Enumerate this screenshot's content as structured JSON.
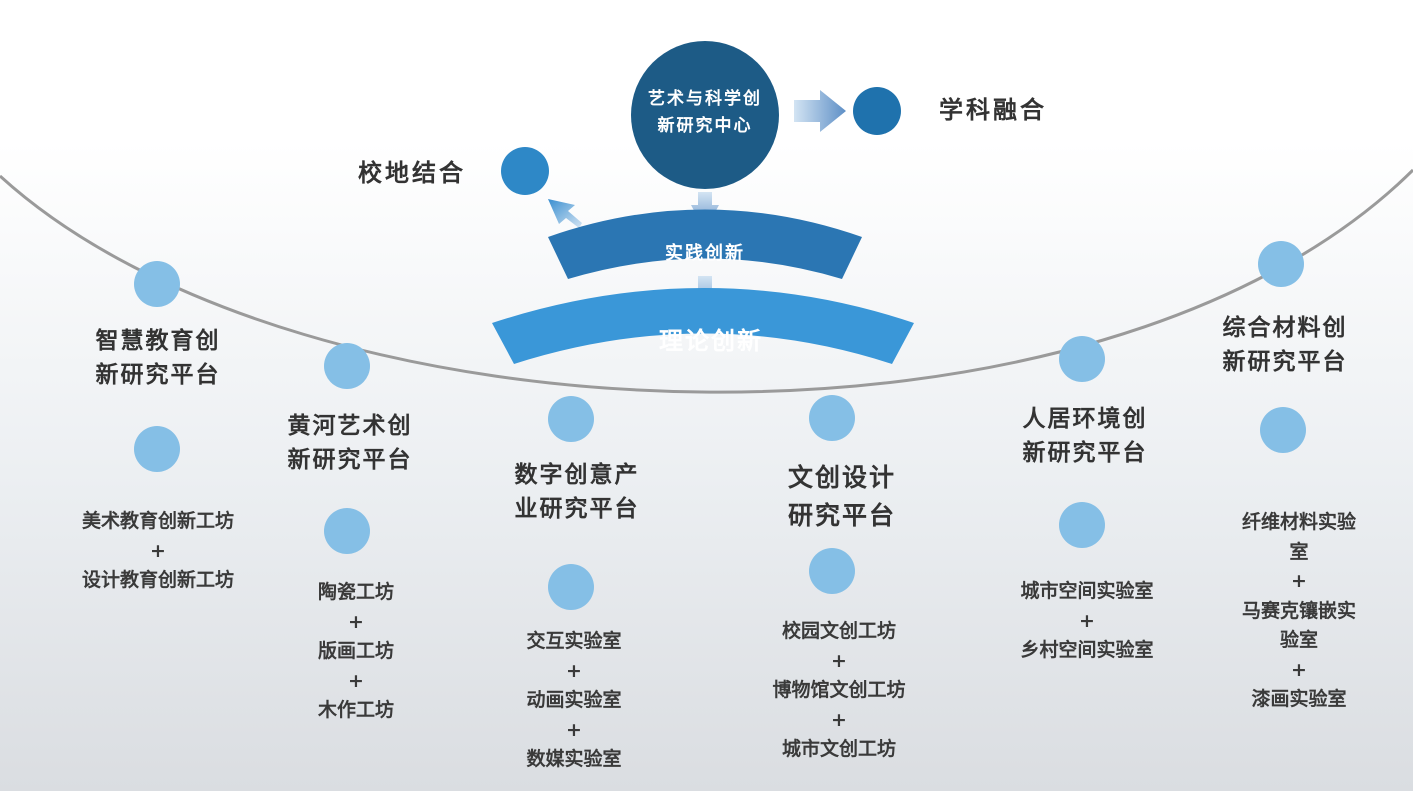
{
  "center": {
    "title": "艺术与科学创\n新研究中心"
  },
  "branches": {
    "discipline": "学科融合",
    "school_local": "校地结合"
  },
  "bands": {
    "practice": "实践创新",
    "theory": "理论创新"
  },
  "platforms": [
    {
      "name": "智慧教育创\n新研究平台",
      "units": "美术教育创新工坊\n+\n设计教育创新工坊"
    },
    {
      "name": "黄河艺术创\n新研究平台",
      "units": "陶瓷工坊\n+\n版画工坊\n+\n木作工坊"
    },
    {
      "name": "数字创意产\n业研究平台",
      "units": "交互实验室\n+\n动画实验室\n+\n数媒实验室"
    },
    {
      "name": "文创设计\n研究平台",
      "units": "校园文创工坊\n+\n博物馆文创工坊\n+\n城市文创工坊"
    },
    {
      "name": "人居环境创\n新研究平台",
      "units": "城市空间实验室\n+\n乡村空间实验室"
    },
    {
      "name": "综合材料创\n新研究平台",
      "units": "纤维材料实验室\n+\n马赛克镶嵌实验室\n+\n漆画实验室"
    }
  ],
  "colors": {
    "center": "#1d5b86",
    "dot": "#85bfe6",
    "branch_dot": "#2e88c7",
    "practice_band": "#2b76b3",
    "theory_band": "#3a97d8",
    "arc": "#9a9a9a",
    "text": "#333333"
  }
}
